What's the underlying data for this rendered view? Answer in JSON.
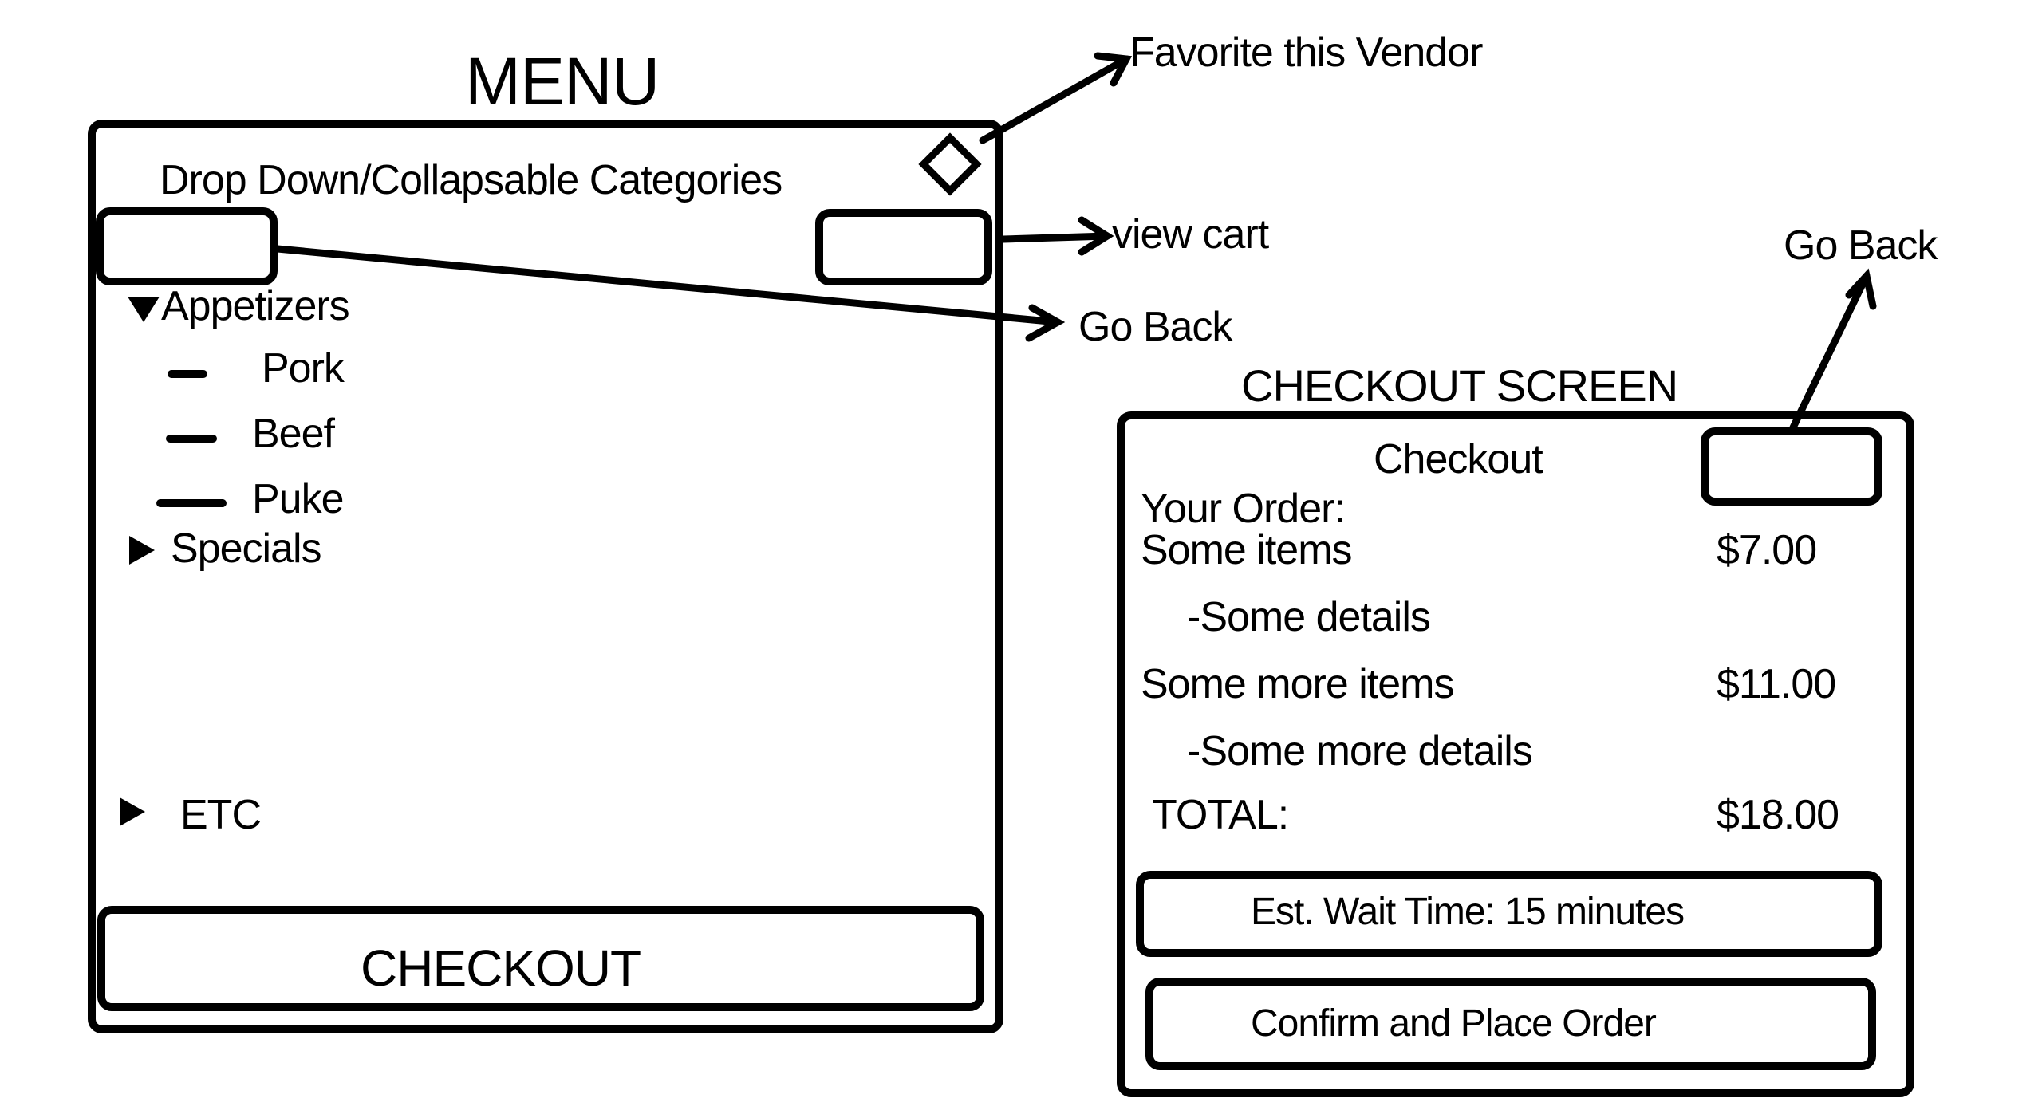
{
  "menu": {
    "title": "MENU",
    "categories_label": "Drop Down/Collapsable Categories",
    "categories": [
      {
        "name": "Appetizers",
        "expanded": true,
        "items": [
          "Pork",
          "Beef",
          "Puke"
        ]
      },
      {
        "name": "Specials",
        "expanded": false,
        "items": []
      },
      {
        "name": "ETC",
        "expanded": false,
        "items": []
      }
    ],
    "checkout_button": "CHECKOUT"
  },
  "annotations": {
    "favorite": "Favorite this Vendor",
    "view_cart": "view cart",
    "go_back_menu": "Go Back",
    "go_back_checkout": "Go Back"
  },
  "checkout": {
    "screen_title": "CHECKOUT SCREEN",
    "header": "Checkout",
    "your_order_label": "Your Order:",
    "items": [
      {
        "name": "Some items",
        "price": "$7.00",
        "detail": "-Some details"
      },
      {
        "name": "Some more items",
        "price": "$11.00",
        "detail": "-Some more details"
      }
    ],
    "total_label": "TOTAL:",
    "total_value": "$18.00",
    "wait_time": "Est. Wait Time: 15 minutes",
    "confirm_button": "Confirm and Place Order"
  }
}
